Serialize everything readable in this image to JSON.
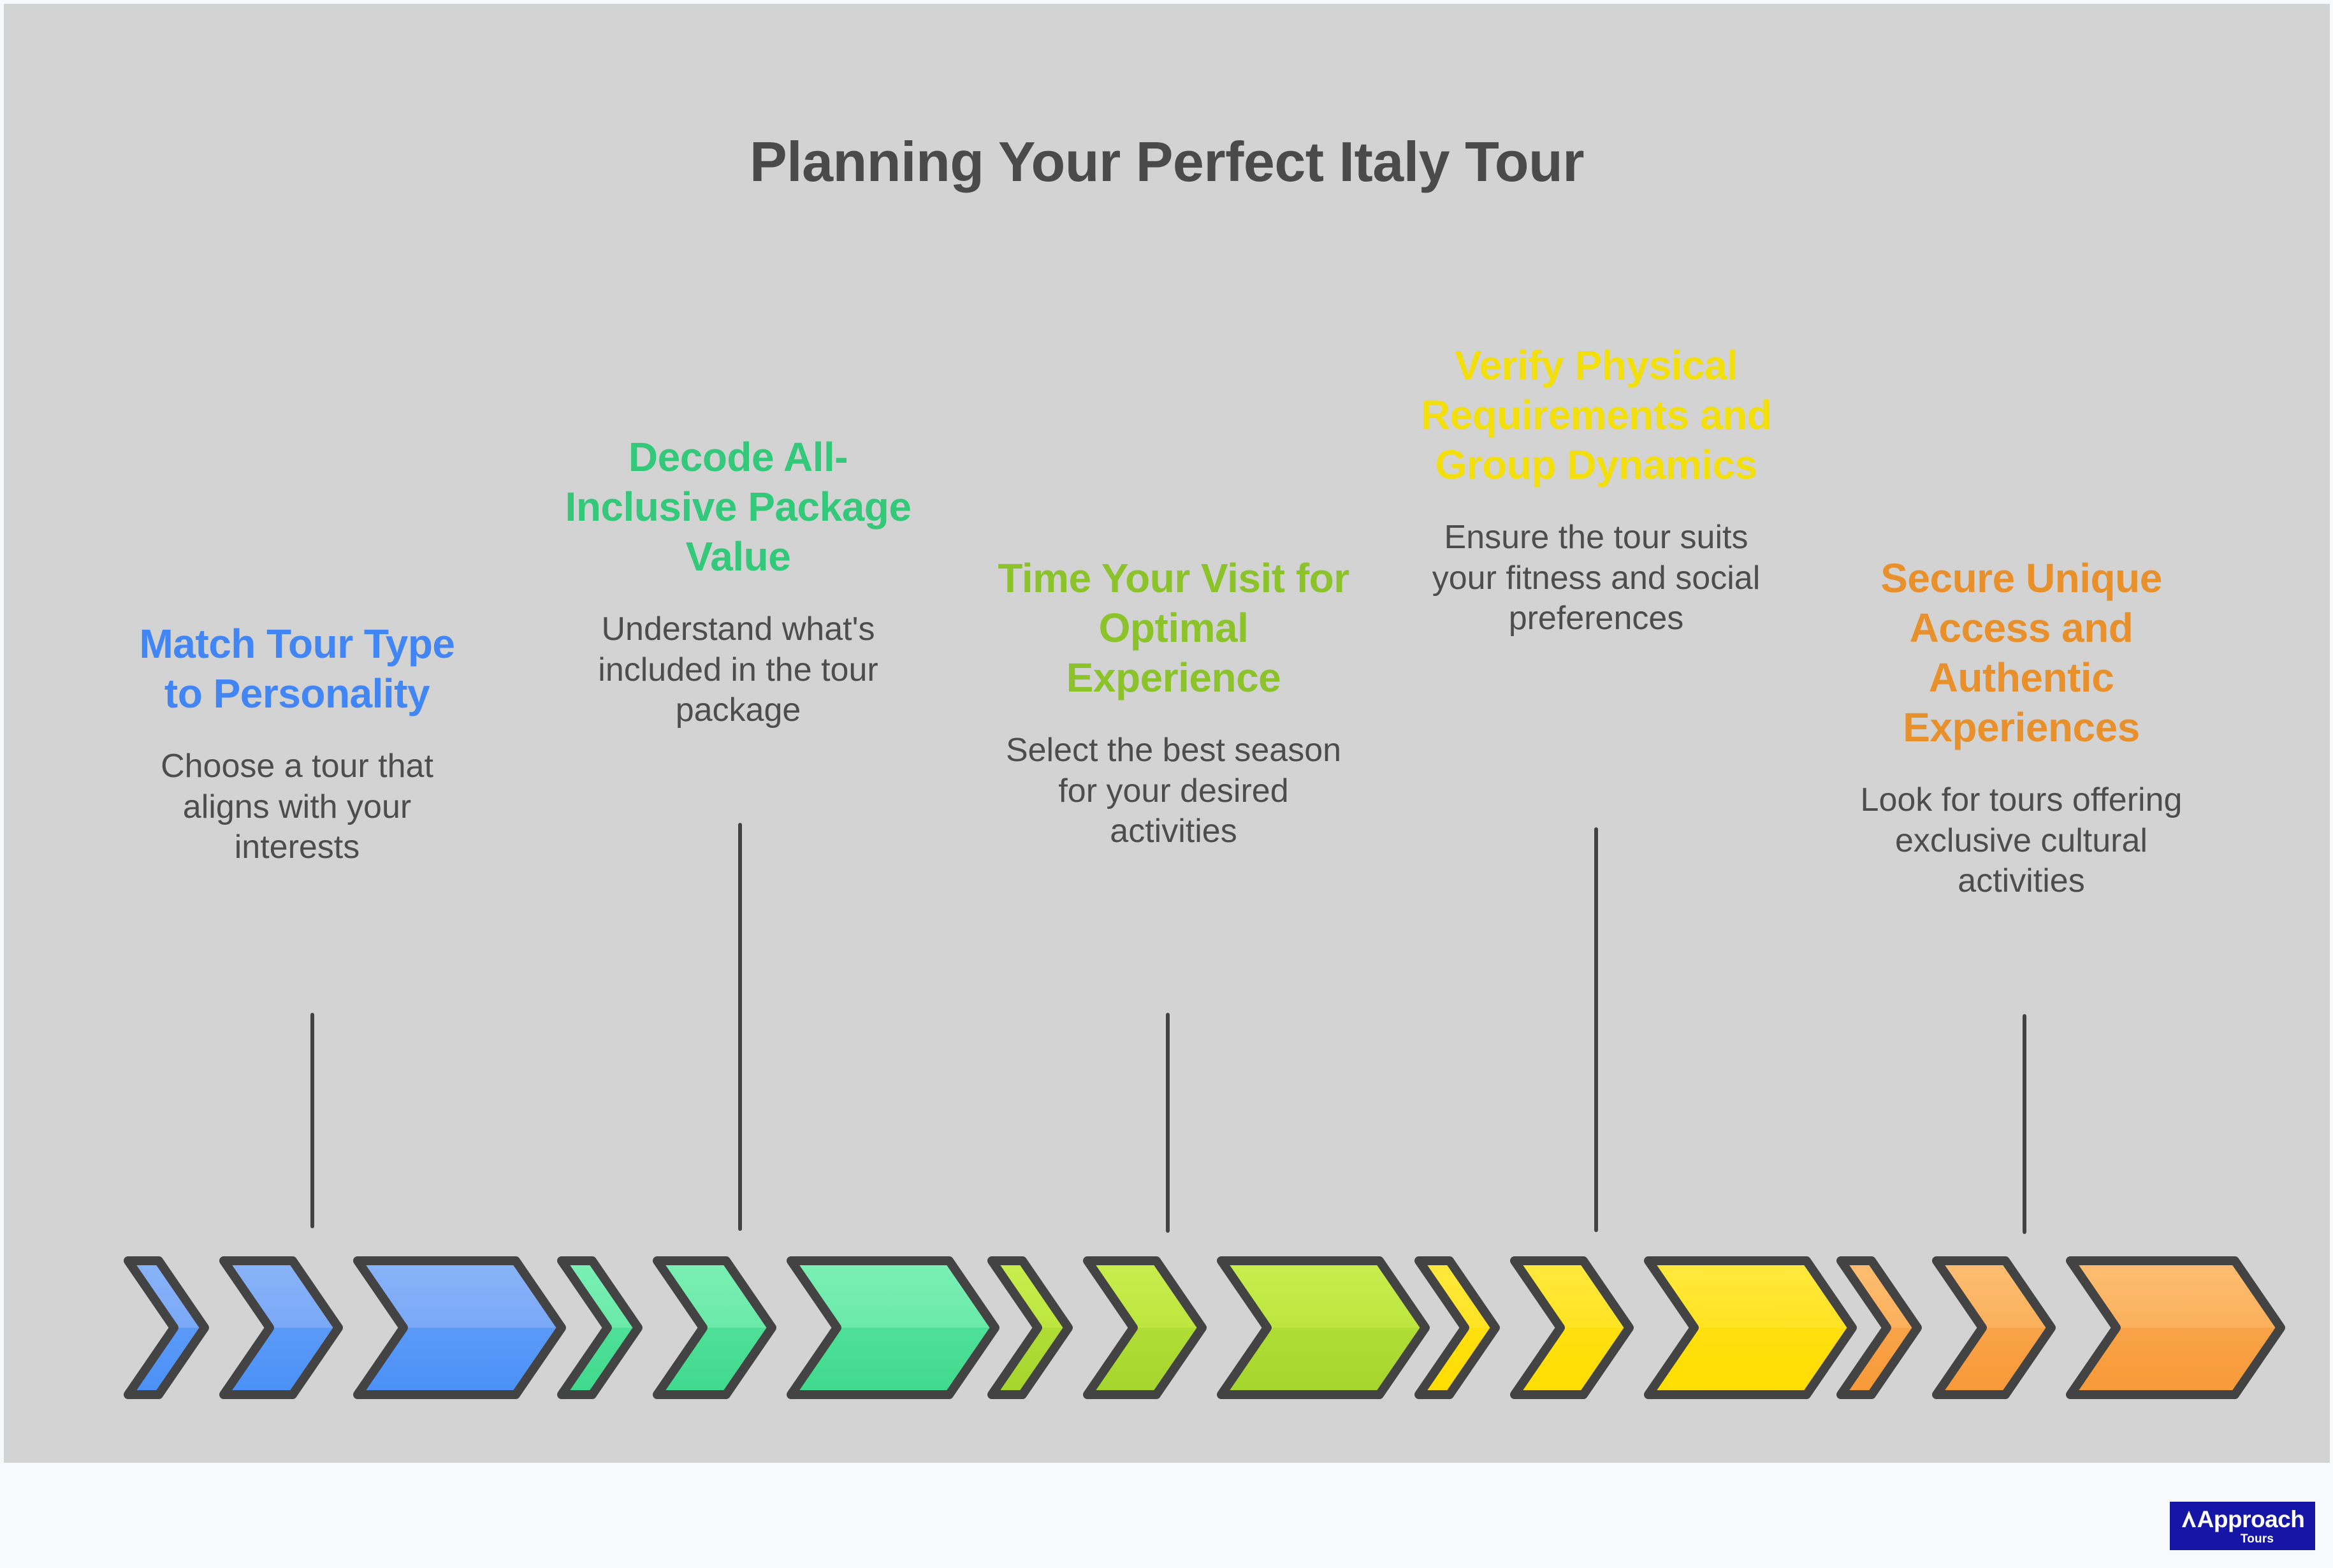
{
  "page": {
    "title": "Planning Your Perfect Italy Tour",
    "background_color": "#d3d3d3",
    "outer_background_color": "#f7f9fc",
    "title_color": "#4a4a4a",
    "body_text_color": "#4d4d4d",
    "connector_color": "#434343",
    "chevron_stroke_color": "#434343"
  },
  "steps": [
    {
      "index": "1",
      "heading": "Match Tour Type to Personality",
      "body": "Choose a tour that aligns with your interests",
      "heading_color": "#4285f4",
      "chevron_top_color": "#8ab4f8",
      "chevron_bottom_color": "#4a90f7",
      "icon": "chevron-arrow-group"
    },
    {
      "index": "2",
      "heading": "Decode All-Inclusive Package Value",
      "body": "Understand what's included in the tour package",
      "heading_color": "#34c97a",
      "chevron_top_color": "#7bf0b4",
      "chevron_bottom_color": "#3fd98c",
      "icon": "chevron-arrow-group"
    },
    {
      "index": "3",
      "heading": "Time Your Visit for Optimal Experience",
      "body": "Select the best season for your desired activities",
      "heading_color": "#8cc32b",
      "chevron_top_color": "#c8ee4e",
      "chevron_bottom_color": "#a5d62e",
      "icon": "chevron-arrow-group"
    },
    {
      "index": "4",
      "heading": "Verify Physical Requirements and Group Dynamics",
      "body": "Ensure the tour suits your fitness and social preferences",
      "heading_color": "#f2df0c",
      "chevron_top_color": "#ffe93f",
      "chevron_bottom_color": "#ffdd00",
      "icon": "chevron-arrow-group"
    },
    {
      "index": "5",
      "heading": "Secure Unique Access and Authentic Experiences",
      "body": "Look for tours offering exclusive cultural activities",
      "heading_color": "#e8912c",
      "chevron_top_color": "#fcbe72",
      "chevron_bottom_color": "#f79937",
      "icon": "chevron-arrow-group"
    }
  ],
  "logo": {
    "primary_text": "Approach",
    "secondary_text": "Tours",
    "background_color": "#1616a6",
    "text_color": "#ffffff"
  }
}
